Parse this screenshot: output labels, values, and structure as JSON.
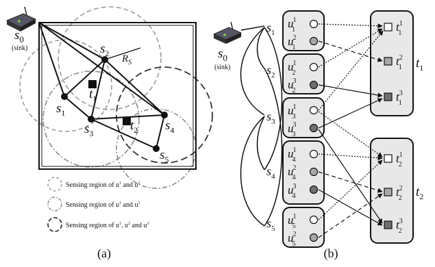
{
  "panel_a": {
    "caption": "(a)",
    "sink": {
      "label": "s",
      "sub": "0",
      "note": "(sink)"
    },
    "sensor_sub": [
      "1",
      "2",
      "3",
      "4",
      "5"
    ],
    "sensor_base": "s",
    "target_base": "t",
    "target_sub": [
      "1",
      "2"
    ],
    "radius_label": "R",
    "radius_sub": "S",
    "legend": [
      {
        "text": "Sensing region of u",
        "sup1": "1",
        "mid": " and u",
        "sup2": "2",
        "tail": ""
      },
      {
        "text": "Sensing region of u",
        "sup1": "1",
        "mid": " and u",
        "sup2": "3",
        "tail": ""
      },
      {
        "text": "Sensing region of u",
        "sup1": "1",
        "mid": ", u",
        "sup2": "2",
        "tail": " and u",
        "sup3": "3"
      }
    ]
  },
  "panel_b": {
    "caption": "(b)",
    "sink": {
      "label": "s",
      "sub": "0",
      "note": "(sink)"
    },
    "sensor_base": "s",
    "sensor_sub": [
      "1",
      "2",
      "3",
      "4",
      "5"
    ],
    "sensor_units": [
      [
        [
          "1",
          "1"
        ],
        [
          "1",
          "2"
        ]
      ],
      [
        [
          "2",
          "1"
        ],
        [
          "2",
          "3"
        ]
      ],
      [
        [
          "3",
          "1"
        ],
        [
          "3",
          "3"
        ]
      ],
      [
        [
          "4",
          "1"
        ],
        [
          "4",
          "2"
        ],
        [
          "4",
          "3"
        ]
      ],
      [
        [
          "5",
          "1"
        ],
        [
          "5",
          "2"
        ]
      ]
    ],
    "unit_base": "u",
    "target_groups": [
      {
        "label": "t",
        "sub": "1",
        "items": [
          [
            "1",
            "1"
          ],
          [
            "1",
            "2"
          ],
          [
            "1",
            "3"
          ]
        ]
      },
      {
        "label": "t",
        "sub": "2",
        "items": [
          [
            "2",
            "1"
          ],
          [
            "2",
            "2"
          ],
          [
            "2",
            "3"
          ]
        ]
      }
    ]
  },
  "colors": {
    "black": "#111111",
    "light_gray": "#d9d9d9",
    "mid_gray": "#a8a8a8",
    "dark_gray": "#6f6f6f",
    "box_fill": "#e8e8e8",
    "circle_gray": "#9a9a9a",
    "circle_light": "#bdbdbd",
    "circle_dark": "#444444"
  }
}
